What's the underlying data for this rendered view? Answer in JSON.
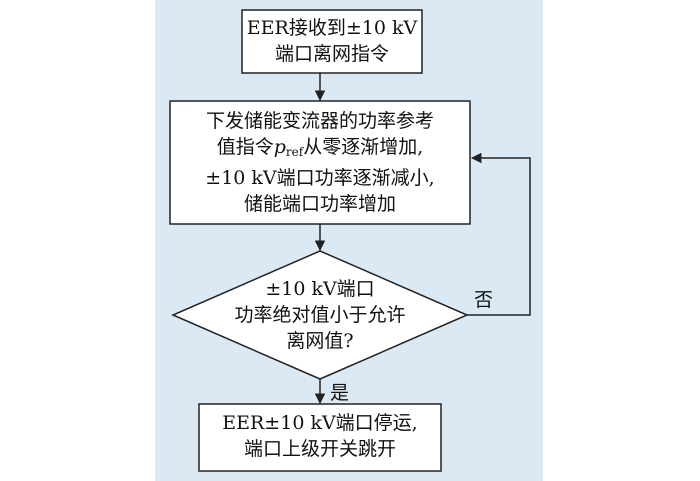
{
  "colors": {
    "panel_background": "#dbe9f5",
    "box_fill": "#ffffff",
    "stroke": "#222222"
  },
  "flowchart": {
    "start_box": {
      "line1": "EER接收到±10 kV",
      "line2": "端口离网指令"
    },
    "process_box": {
      "line1": "下发储能变流器的功率参考",
      "line2_prefix": "值指令",
      "line2_var": "p",
      "line2_sub": "ref",
      "line2_suffix": "从零逐渐增加,",
      "line3": "±10 kV端口功率逐渐减小,",
      "line4": "储能端口功率增加"
    },
    "decision": {
      "line1": "±10 kV端口",
      "line2": "功率绝对值小于允许",
      "line3": "离网值?"
    },
    "labels": {
      "no": "否",
      "yes": "是"
    },
    "end_box": {
      "line1": "EER±10 kV端口停运,",
      "line2": "端口上级开关跳开"
    }
  }
}
